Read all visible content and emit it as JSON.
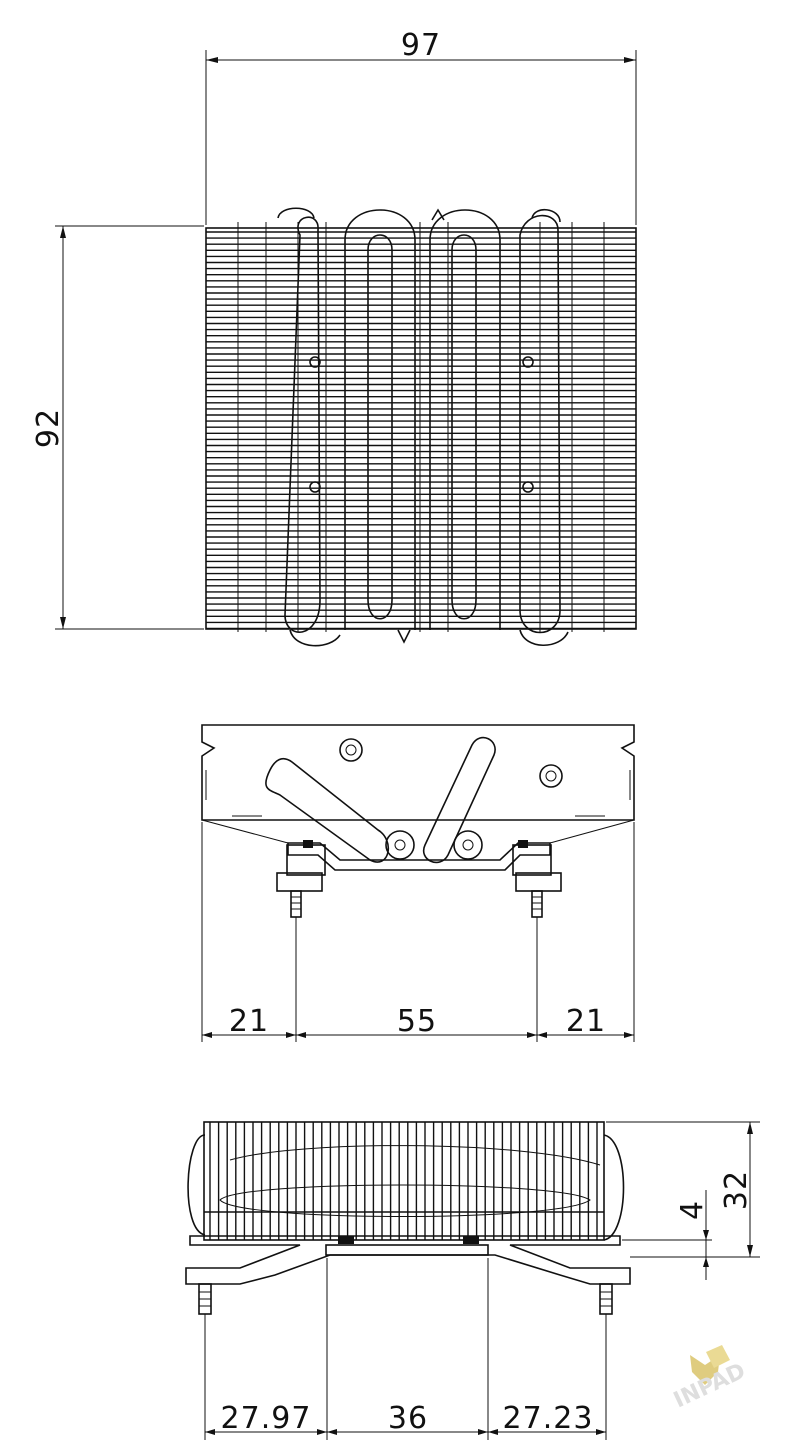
{
  "top_view": {
    "width_label": "97",
    "height_label": "92"
  },
  "front_view": {
    "left_label": "21",
    "middle_label": "55",
    "right_label": "21"
  },
  "side_view": {
    "height_label": "32",
    "base_label": "4",
    "left_label": "27.97",
    "middle_label": "36",
    "right_label": "27.23"
  },
  "watermark": {
    "text": "INPAD",
    "color": "#d8c060"
  }
}
